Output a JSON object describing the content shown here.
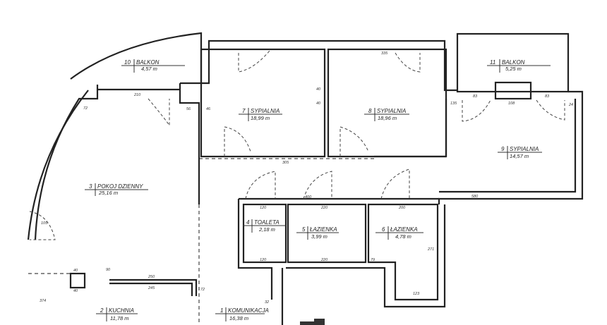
{
  "rooms": [
    {
      "no": "1",
      "name": "KOMUNIKACJA",
      "area": "16,38 m"
    },
    {
      "no": "2",
      "name": "KUCHNIA",
      "area": "11,78 m"
    },
    {
      "no": "3",
      "name": "POKOJ DZIENNY",
      "area": "25,16 m"
    },
    {
      "no": "4",
      "name": "TOALETA",
      "area": "2,18 m"
    },
    {
      "no": "5",
      "name": "ŁAZIENKA",
      "area": "3,99 m"
    },
    {
      "no": "6",
      "name": "ŁAZIENKA",
      "area": "4,78 m"
    },
    {
      "no": "7",
      "name": "SYPIALNIA",
      "area": "18,99 m"
    },
    {
      "no": "8",
      "name": "SYPIALNIA",
      "area": "18,96 m"
    },
    {
      "no": "9",
      "name": "SYPIALNIA",
      "area": "14,57 m"
    },
    {
      "no": "10",
      "name": "BALKON",
      "area": "4,57 m"
    },
    {
      "no": "11",
      "name": "BALKON",
      "area": "5,25 m"
    }
  ],
  "dims": [
    "210",
    "56",
    "46",
    "72",
    "40",
    "40",
    "335",
    "135",
    "83",
    "108",
    "83",
    "24",
    "305",
    "580",
    "120",
    "400",
    "220",
    "200",
    "120",
    "220",
    "79",
    "123",
    "271",
    "40",
    "40",
    "250",
    "245",
    "72",
    "32",
    "105",
    "374",
    "90"
  ]
}
